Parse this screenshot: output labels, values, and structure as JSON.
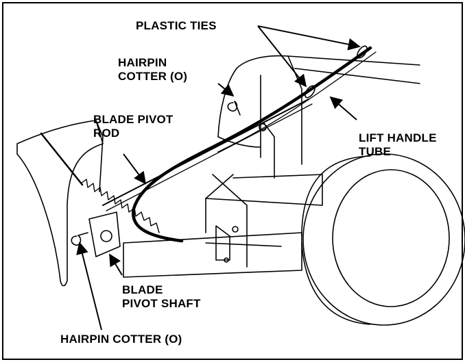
{
  "callouts": {
    "plastic_ties": "PLASTIC TIES",
    "hairpin_top": [
      "HAIRPIN",
      "COTTER (O)"
    ],
    "blade_pivot_rod": [
      "BLADE PIVOT",
      "ROD"
    ],
    "lift_handle_tube": [
      "LIFT HANDLE",
      "TUBE"
    ],
    "blade_pivot_shaft": [
      "BLADE",
      "PIVOT SHAFT"
    ],
    "hairpin_bottom": "HAIRPIN COTTER (O)"
  },
  "colors": {
    "line": "#000000",
    "background": "#ffffff"
  }
}
